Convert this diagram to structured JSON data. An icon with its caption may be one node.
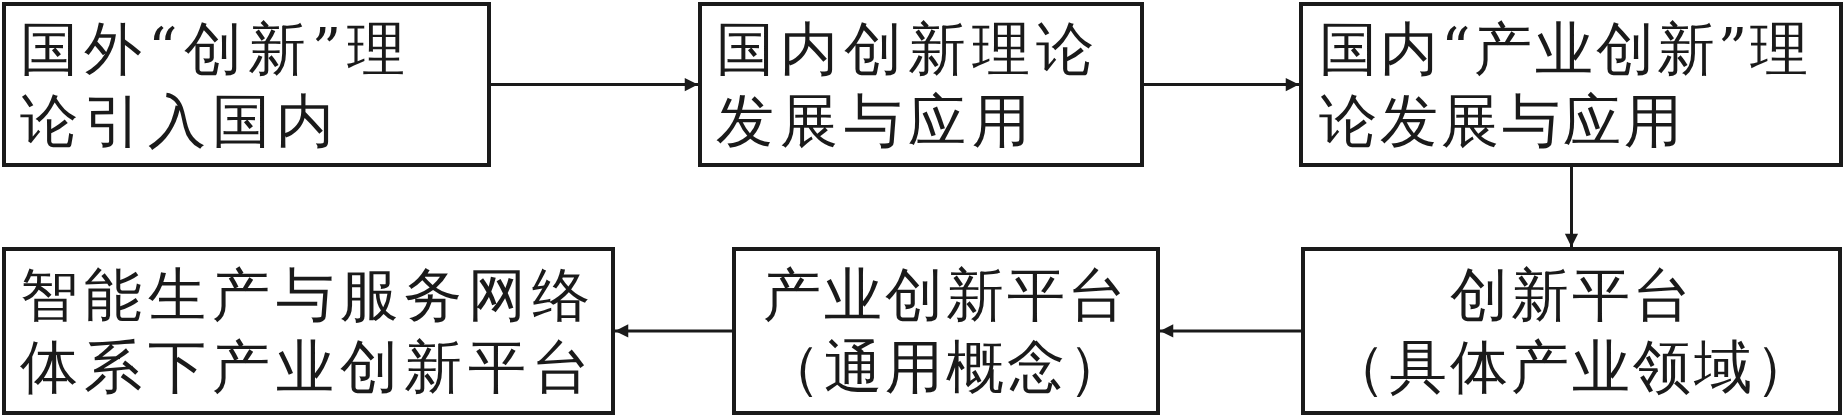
{
  "diagram": {
    "nodes": [
      {
        "text": [
          "国外“创新”理论引入国内"
        ]
      },
      {
        "text": [
          "国内创新理论发展与应用"
        ]
      },
      {
        "text": [
          "国内“产业创新”理论发展与应用"
        ]
      },
      {
        "text": [
          "创新平台（具体产业领域）"
        ]
      },
      {
        "text": [
          "产业创新平台（通用概念）"
        ]
      },
      {
        "text": [
          "智能生产与服务网络体系下产业创新平台"
        ]
      }
    ],
    "edges": [
      {
        "from": 0,
        "to": 1,
        "arrow": "to"
      },
      {
        "from": 1,
        "to": 2,
        "arrow": "to"
      },
      {
        "from": 2,
        "to": 3,
        "arrow": "to"
      },
      {
        "from": 3,
        "to": 4,
        "arrow": "to"
      },
      {
        "from": 4,
        "to": 5,
        "arrow": "to"
      }
    ]
  }
}
